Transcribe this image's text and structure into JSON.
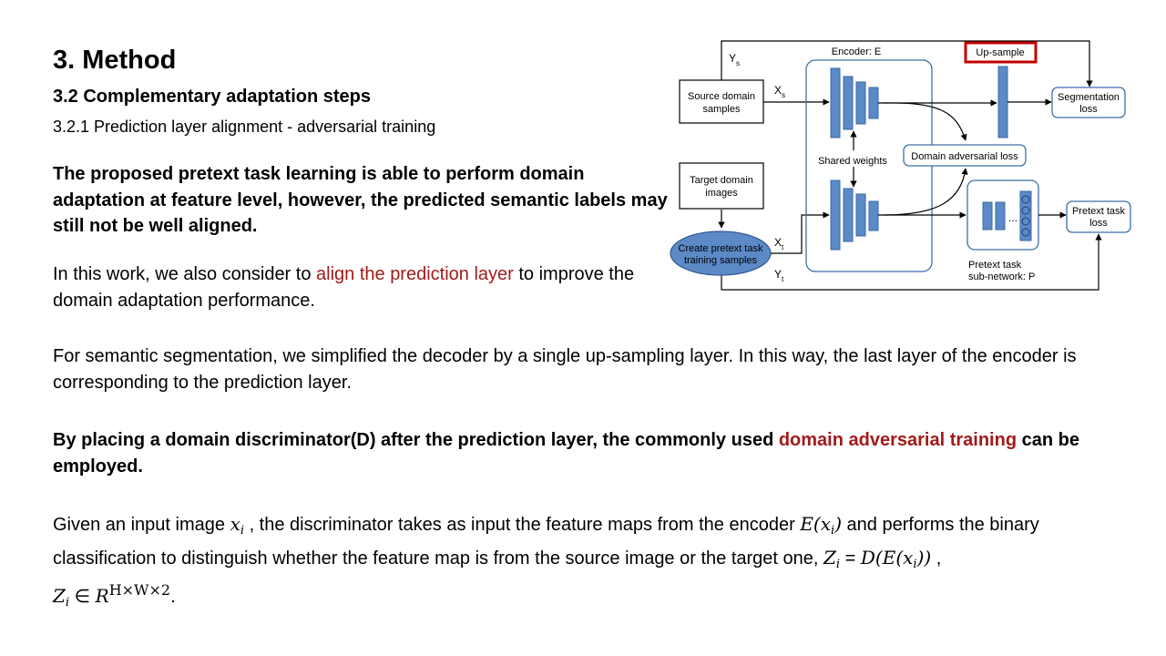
{
  "slide": {
    "title": "3. Method",
    "subtitle": "3.2 Complementary adaptation steps",
    "subsubtitle": "3.2.1 Prediction layer alignment - adversarial training",
    "p1": "The proposed pretext task learning is able to perform domain adaptation at feature level, however, the predicted semantic labels may still not be well aligned.",
    "p2_a": "In this work, we also consider to ",
    "p2_red": "align the prediction layer",
    "p2_b": " to improve the domain adaptation performance.",
    "p3": "For semantic segmentation, we simplified the decoder by a single up-sampling layer. In this way, the last layer of the encoder is corresponding to the prediction layer.",
    "p4_a": "By placing a domain discriminator(D) after the prediction layer, the commonly used ",
    "p4_red": "domain adversarial training",
    "p4_b": " can be employed.",
    "p5_a": "Given an input image ",
    "p5_b": " , the discriminator takes as input the feature maps from the encoder ",
    "p5_c": " and performs the binary classification to distinguish whether the feature map is from the source image or the target one, ",
    "p5_d": " = ",
    "p5_e": " ,",
    "p5_f": " ∈ ",
    "p5_g": ".",
    "math": {
      "x": "x",
      "i": "i",
      "E_open": "E(",
      "close1": ")",
      "Z": "Z",
      "D_open": "D(E(",
      "close2": "))",
      "R": "R",
      "dims": "H×W×2"
    }
  },
  "diagram": {
    "encoder_label": "Encoder: E",
    "upsample_label": "Up-sample",
    "source_box": [
      "Source domain",
      "samples"
    ],
    "target_box": [
      "Target domain",
      "images"
    ],
    "pretext_ellipse": [
      "Create pretext task",
      "training samples"
    ],
    "seg_loss": [
      "Segmentation",
      "loss"
    ],
    "domain_adv_loss": "Domain adversarial loss",
    "pretext_loss": [
      "Pretext task",
      "loss"
    ],
    "shared_weights": "Shared weights",
    "pretext_subnet": [
      "Pretext task",
      "sub-network: P"
    ],
    "ellipsis": "...",
    "ys": "Y",
    "ys_sub": "s",
    "xs": "X",
    "xs_sub": "s",
    "xt": "X",
    "xt_sub": "t",
    "yt": "Y",
    "yt_sub": "t",
    "colors": {
      "layer": "#5b8ac6",
      "layer_stroke": "#3a6aa5",
      "highlight": "#c00000",
      "box_border": "#3d6fa8"
    }
  }
}
